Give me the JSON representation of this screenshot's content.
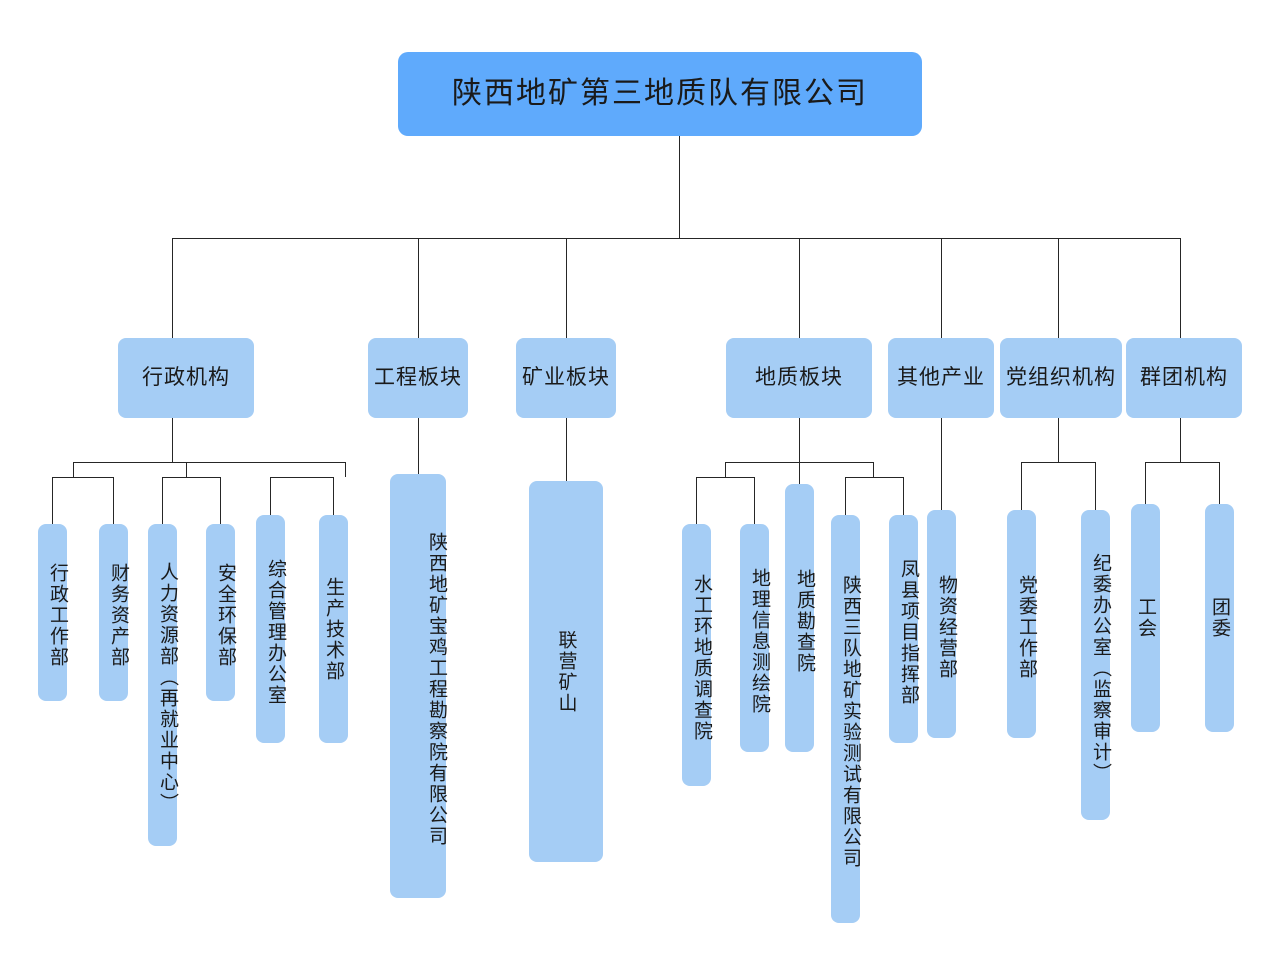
{
  "chart_type": "organization-chart",
  "colors": {
    "root_fill": "#5faafc",
    "node_fill": "#a5cdf5",
    "connector": "#262626",
    "background": "#ffffff",
    "text": "#1a1a1a"
  },
  "root": {
    "label": "陕西地矿第三地质队有限公司"
  },
  "divisions": [
    {
      "id": "admin",
      "label": "行政机构"
    },
    {
      "id": "engineering",
      "label": "工程板块"
    },
    {
      "id": "mining",
      "label": "矿业板块"
    },
    {
      "id": "geology",
      "label": "地质板块"
    },
    {
      "id": "other",
      "label": "其他产业"
    },
    {
      "id": "party",
      "label": "党组织机构"
    },
    {
      "id": "mass",
      "label": "群团机构"
    }
  ],
  "departments": {
    "admin": [
      {
        "label": "行政工作部"
      },
      {
        "label": "财务资产部"
      },
      {
        "label": "人力资源部（再就业中心）"
      },
      {
        "label": "安全环保部"
      },
      {
        "label": "综合管理办公室"
      },
      {
        "label": "生产技术部"
      }
    ],
    "engineering": [
      {
        "label": "陕西地矿宝鸡工程勘察院有限公司"
      }
    ],
    "mining": [
      {
        "label": "联营矿山"
      }
    ],
    "geology": [
      {
        "label": "水工环地质调查院"
      },
      {
        "label": "地理信息测绘院"
      },
      {
        "label": "地质勘查院"
      },
      {
        "label": "陕西三队地矿实验测试有限公司"
      },
      {
        "label": "凤县项目指挥部"
      }
    ],
    "other": [
      {
        "label": "物资经营部"
      }
    ],
    "party": [
      {
        "label": "党委工作部"
      },
      {
        "label": "纪委办公室（监察审计）"
      }
    ],
    "mass": [
      {
        "label": "工会"
      },
      {
        "label": "团委"
      }
    ]
  }
}
